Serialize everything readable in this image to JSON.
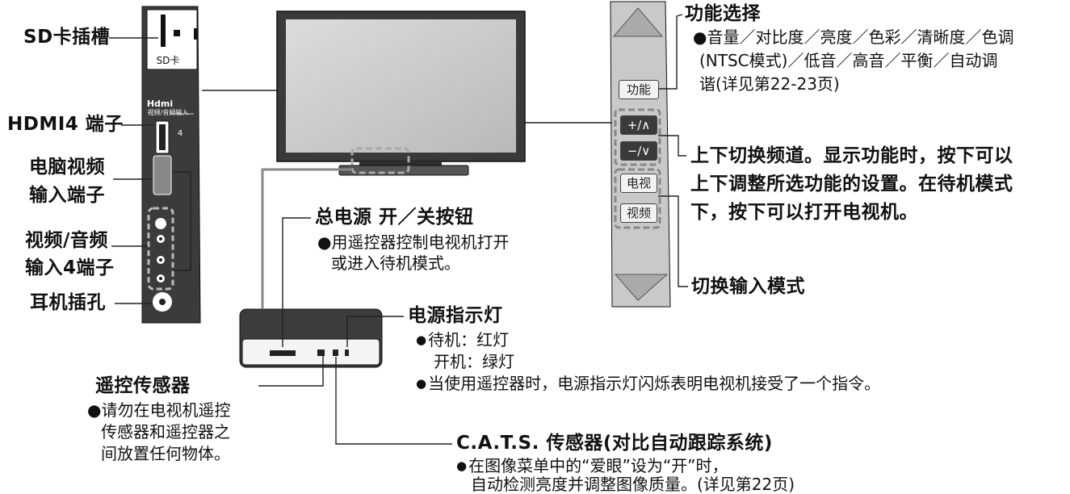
{
  "left_labels": {
    "sd_slot": "SD卡插槽",
    "hdmi4": "HDMI4 端子",
    "pc_input": [
      "电脑视频",
      "输入端子"
    ],
    "av_input": [
      "视频/音频",
      "输入4端子"
    ],
    "headphone": "耳机插孔"
  },
  "panel": {
    "sd_card_text": "SD卡",
    "hdmi_logo": "Hdmi",
    "hdmi_small": "视频/音频输入",
    "hdmi_num": "4"
  },
  "power_switch": {
    "title": "总电源  开／关按钮",
    "lines": [
      "●用遥控器控制电视机打开",
      "或进入待机模式。"
    ]
  },
  "power_indicator": {
    "title": "电源指示灯",
    "standby": "待机：红灯",
    "on": "开机：绿灯",
    "note": "当使用遥控器时，电源指示灯闪烁表明电视机接受了一个指令。"
  },
  "remote_sensor": {
    "title": "遥控传感器",
    "lines": [
      "●请勿在电视机遥控",
      "传感器和遥控器之",
      "间放置任何物体。"
    ]
  },
  "cats": {
    "title": "C.A.T.S. 传感器(对比自动跟踪系统)",
    "lines": [
      "在图像菜单中的“爱眼”设为“开”时，",
      "自动检测亮度并调整图像质量。(详见第22页)"
    ]
  },
  "function_select": {
    "title": "功能选择",
    "lines": [
      "●音量／对比度／亮度／色彩／清晰度／色调",
      "(NTSC模式)／低音／高音／平衡／自动调",
      "谐(详见第22-23页)"
    ]
  },
  "channel": {
    "lines": [
      "上下切换频道。显示功能时，按下可以",
      "上下调整所选功能的设置。在待机模式",
      "下，按下可以打开电视机。"
    ]
  },
  "input_mode": {
    "title": "切换输入模式"
  },
  "side_buttons": {
    "function": "功能",
    "up": "+/∧",
    "down": "−/∨",
    "tv": "电视",
    "video": "视频"
  }
}
